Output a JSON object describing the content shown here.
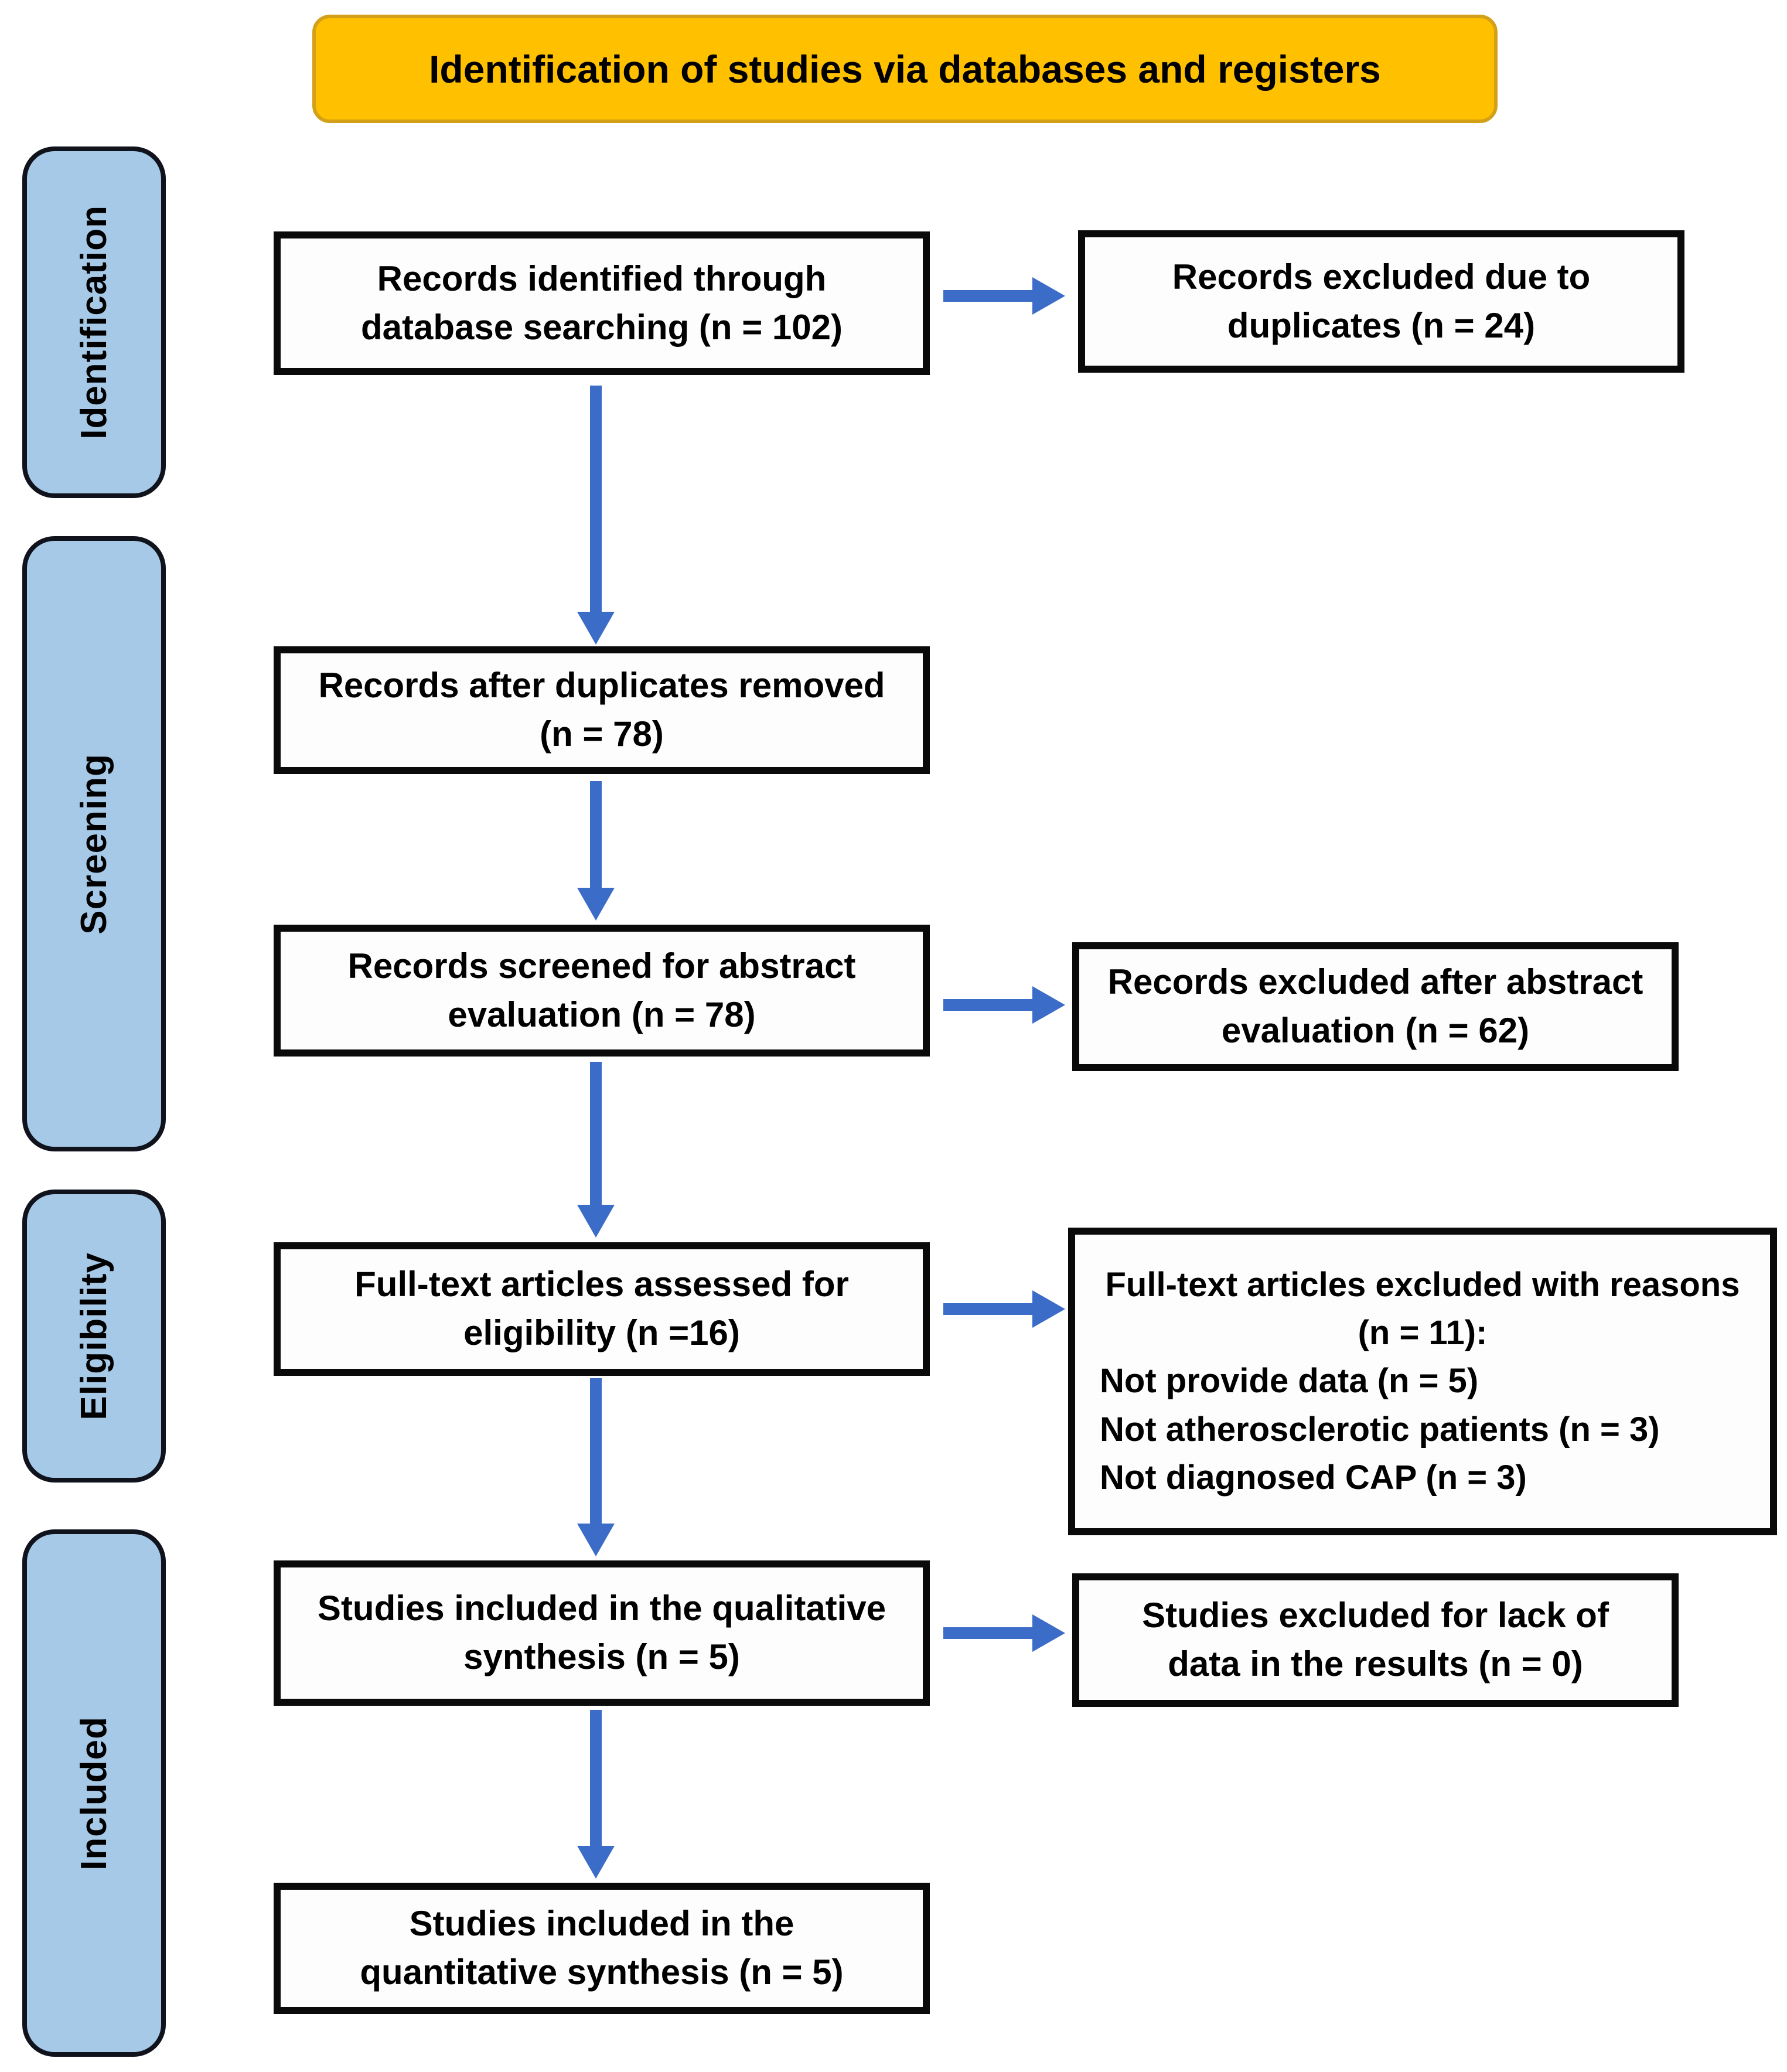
{
  "banner": {
    "title": "Identification of studies via databases and registers"
  },
  "stages": [
    {
      "label": "Identification"
    },
    {
      "label": "Screening"
    },
    {
      "label": "Eligibility"
    },
    {
      "label": "Included"
    }
  ],
  "flow": {
    "identified": "Records identified through database searching (n = 102)",
    "after_duplicates": "Records after duplicates removed (n = 78)",
    "screened": "Records screened for abstract evaluation (n = 78)",
    "fulltext_assessed": "Full-text articles assessed for eligibility (n =16)",
    "qualitative": "Studies included in the qualitative synthesis (n = 5)",
    "quantitative": "Studies included in the quantitative synthesis (n = 5)"
  },
  "excluded": {
    "duplicates": "Records excluded due to duplicates (n = 24)",
    "abstract": "Records excluded after abstract evaluation (n = 62)",
    "fulltext_reasons": {
      "title": "Full-text articles excluded with reasons (n = 11):",
      "items": [
        "Not provide data (n = 5)",
        "Not atherosclerotic patients (n = 3)",
        "Not diagnosed CAP (n = 3)"
      ]
    },
    "lack_of_data": "Studies excluded for lack of data in the results (n = 0)"
  },
  "theme": {
    "banner_bg": "#FFC000",
    "banner_border": "#D4A017",
    "stage_bg": "#A6C9E8",
    "stage_border": "#10131C",
    "box_border": "#0A0A0A",
    "arrow": "#3B6CC7",
    "text": "#000000"
  }
}
